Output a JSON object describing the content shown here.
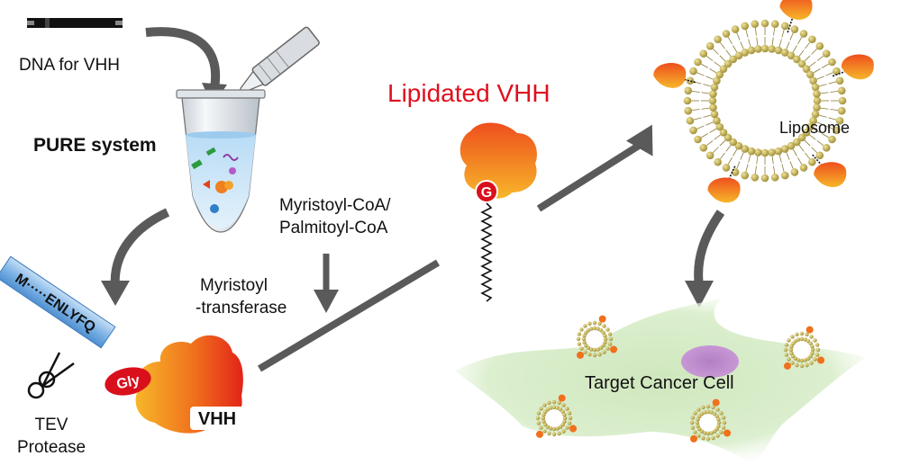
{
  "labels": {
    "dna": "DNA for VHH",
    "pure_system": "PURE system",
    "lipidated_vhh": "Lipidated VHH",
    "acyl_coa_line1": "Myristoyl-CoA/",
    "acyl_coa_line2": "Palmitoyl-CoA",
    "transferase_line1": "Myristoyl",
    "transferase_line2": "-transferase",
    "tev_line1": "TEV",
    "tev_line2": "Protease",
    "tag": "M·····ENLYFQ",
    "gly": "Gly",
    "vhh": "VHH",
    "g": "G",
    "liposome": "Liposome",
    "target_cell": "Target Cancer Cell"
  },
  "colors": {
    "title_red": "#e0101e",
    "arrow_gray": "#5a5a5a",
    "vhh_orange": "#f39a1e",
    "vhh_red": "#e8281a",
    "gly_red": "#d9101c",
    "lipid_head": "#b8a64a",
    "cell_green": "#cfe8bd",
    "nucleus_purple": "#b07ac2",
    "tag_blue": "#7fb4e6"
  },
  "icons": [
    "dna-bar-icon",
    "pipette-icon",
    "tube-icon",
    "scissors-icon",
    "liposome-icon",
    "cancer-cell-icon"
  ]
}
